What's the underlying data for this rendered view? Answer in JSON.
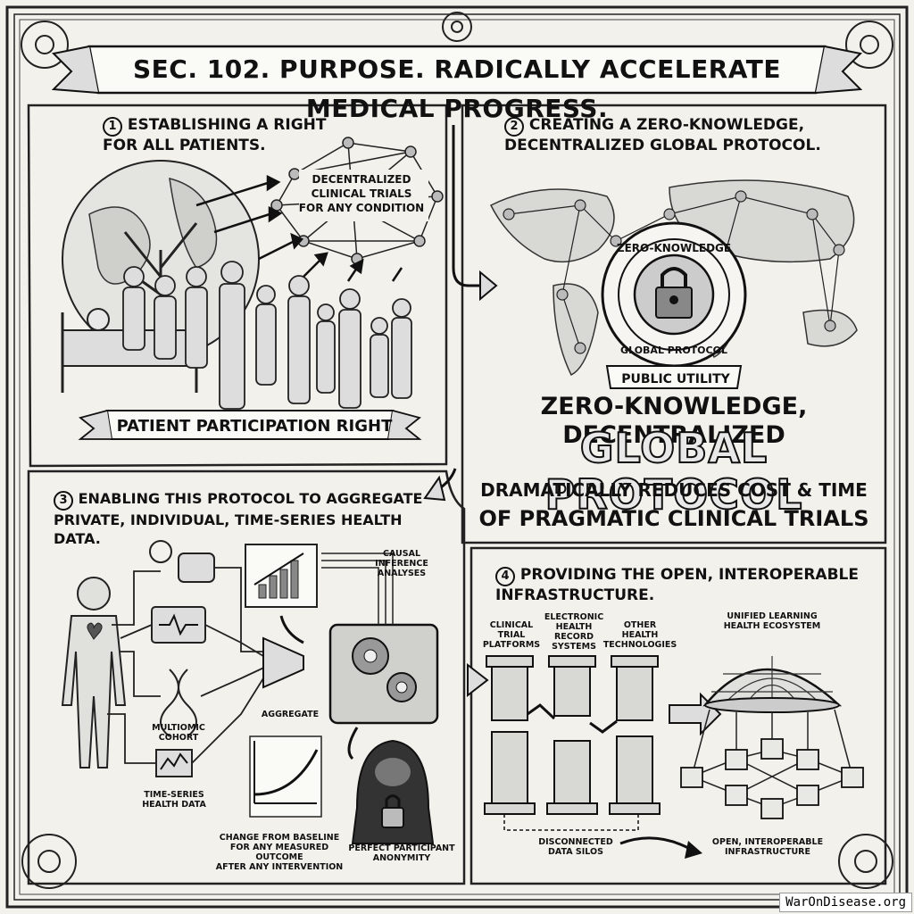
{
  "title": "SEC. 102. PURPOSE. RADICALLY ACCELERATE MEDICAL PROGRESS.",
  "sections": {
    "s1": {
      "num": "1",
      "line1": "ESTABLISHING A RIGHT",
      "line2": "FOR ALL PATIENTS.",
      "network_label_1": "DECENTRALIZED",
      "network_label_2": "CLINICAL TRIALS",
      "network_label_3": "FOR ANY CONDITION",
      "banner": "PATIENT PARTICIPATION RIGHT"
    },
    "s2": {
      "num": "2",
      "line1": "CREATING A ZERO-KNOWLEDGE,",
      "line2": "DECENTRALIZED GLOBAL PROTOCOL.",
      "gear_top": "ZERO-KNOWLEDGE",
      "gear_bottom": "GLOBAL PROTOCOL",
      "banner": "PUBLIC UTILITY",
      "headline_1": "ZERO-KNOWLEDGE, DECENTRALIZED",
      "headline_2": "GLOBAL PROTOCOL",
      "headline_3": "DRAMATICALLY REDUCES COST & TIME",
      "headline_4": "OF PRAGMATIC CLINICAL TRIALS"
    },
    "s3": {
      "num": "3",
      "line1": "ENABLING THIS PROTOCOL TO AGGREGATE",
      "line2": "PRIVATE, INDIVIDUAL, TIME-SERIES HEALTH DATA.",
      "causal_1": "CAUSAL",
      "causal_2": "INFERENCE",
      "causal_3": "ANALYSES",
      "aggregate": "AGGREGATE",
      "multiomic_1": "MULTIOMIC",
      "multiomic_2": "COHORT",
      "timeseries_1": "TIME-SERIES",
      "timeseries_2": "HEALTH DATA",
      "change_1": "CHANGE FROM BASELINE",
      "change_2": "FOR ANY MEASURED OUTCOME",
      "change_3": "AFTER ANY INTERVENTION",
      "anon_1": "PERFECT PARTICIPANT",
      "anon_2": "ANONYMITY"
    },
    "s4": {
      "num": "4",
      "line1": "PROVIDING THE OPEN, INTEROPERABLE",
      "line2": "INFRASTRUCTURE.",
      "p1_1": "CLINICAL",
      "p1_2": "TRIAL",
      "p1_3": "PLATFORMS",
      "p2_1": "ELECTRONIC",
      "p2_2": "HEALTH",
      "p2_3": "RECORD",
      "p2_4": "SYSTEMS",
      "p3_1": "OTHER",
      "p3_2": "HEALTH",
      "p3_3": "TECHNOLOGIES",
      "dome_1": "UNIFIED LEARNING",
      "dome_2": "HEALTH ECOSYSTEM",
      "silos_1": "DISCONNECTED",
      "silos_2": "DATA SILOS",
      "open_1": "OPEN, INTEROPERABLE",
      "open_2": "INFRASTRUCTURE"
    }
  },
  "watermark": "WarOnDisease.org"
}
